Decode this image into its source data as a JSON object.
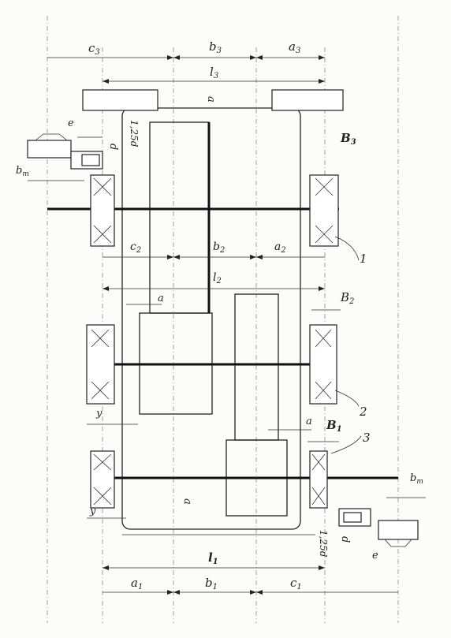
{
  "labels": {
    "c3": "c",
    "c3_sub": "3",
    "b3": "b",
    "b3_sub": "3",
    "a3": "a",
    "a3_sub": "3",
    "l3": "l",
    "l3_sub": "3",
    "a_top": "a",
    "e_left": "e",
    "d_left": "d",
    "d125_left": "1,25d",
    "bT_left": "b",
    "bT_left_sub": "т",
    "B3": "B",
    "B3_sub": "3",
    "c2": "c",
    "c2_sub": "2",
    "b2": "b",
    "b2_sub": "2",
    "a2": "a",
    "a2_sub": "2",
    "l2": "l",
    "l2_sub": "2",
    "a_mid": "a",
    "B2": "B",
    "B2_sub": "2",
    "y_mid": "y",
    "a_low": "a",
    "B1": "B",
    "B1_sub": "1",
    "y_low": "y",
    "a_bottom": "a",
    "bT_right": "b",
    "bT_right_sub": "т",
    "d125_right": "1,25d",
    "d_right": "d",
    "e_right": "e",
    "l1": "l",
    "l1_sub": "1",
    "a1": "a",
    "a1_sub": "1",
    "b1": "b",
    "b1_sub": "1",
    "c1": "c",
    "c1_sub": "1",
    "callout_1": "1",
    "callout_2": "2",
    "callout_3": "3"
  }
}
